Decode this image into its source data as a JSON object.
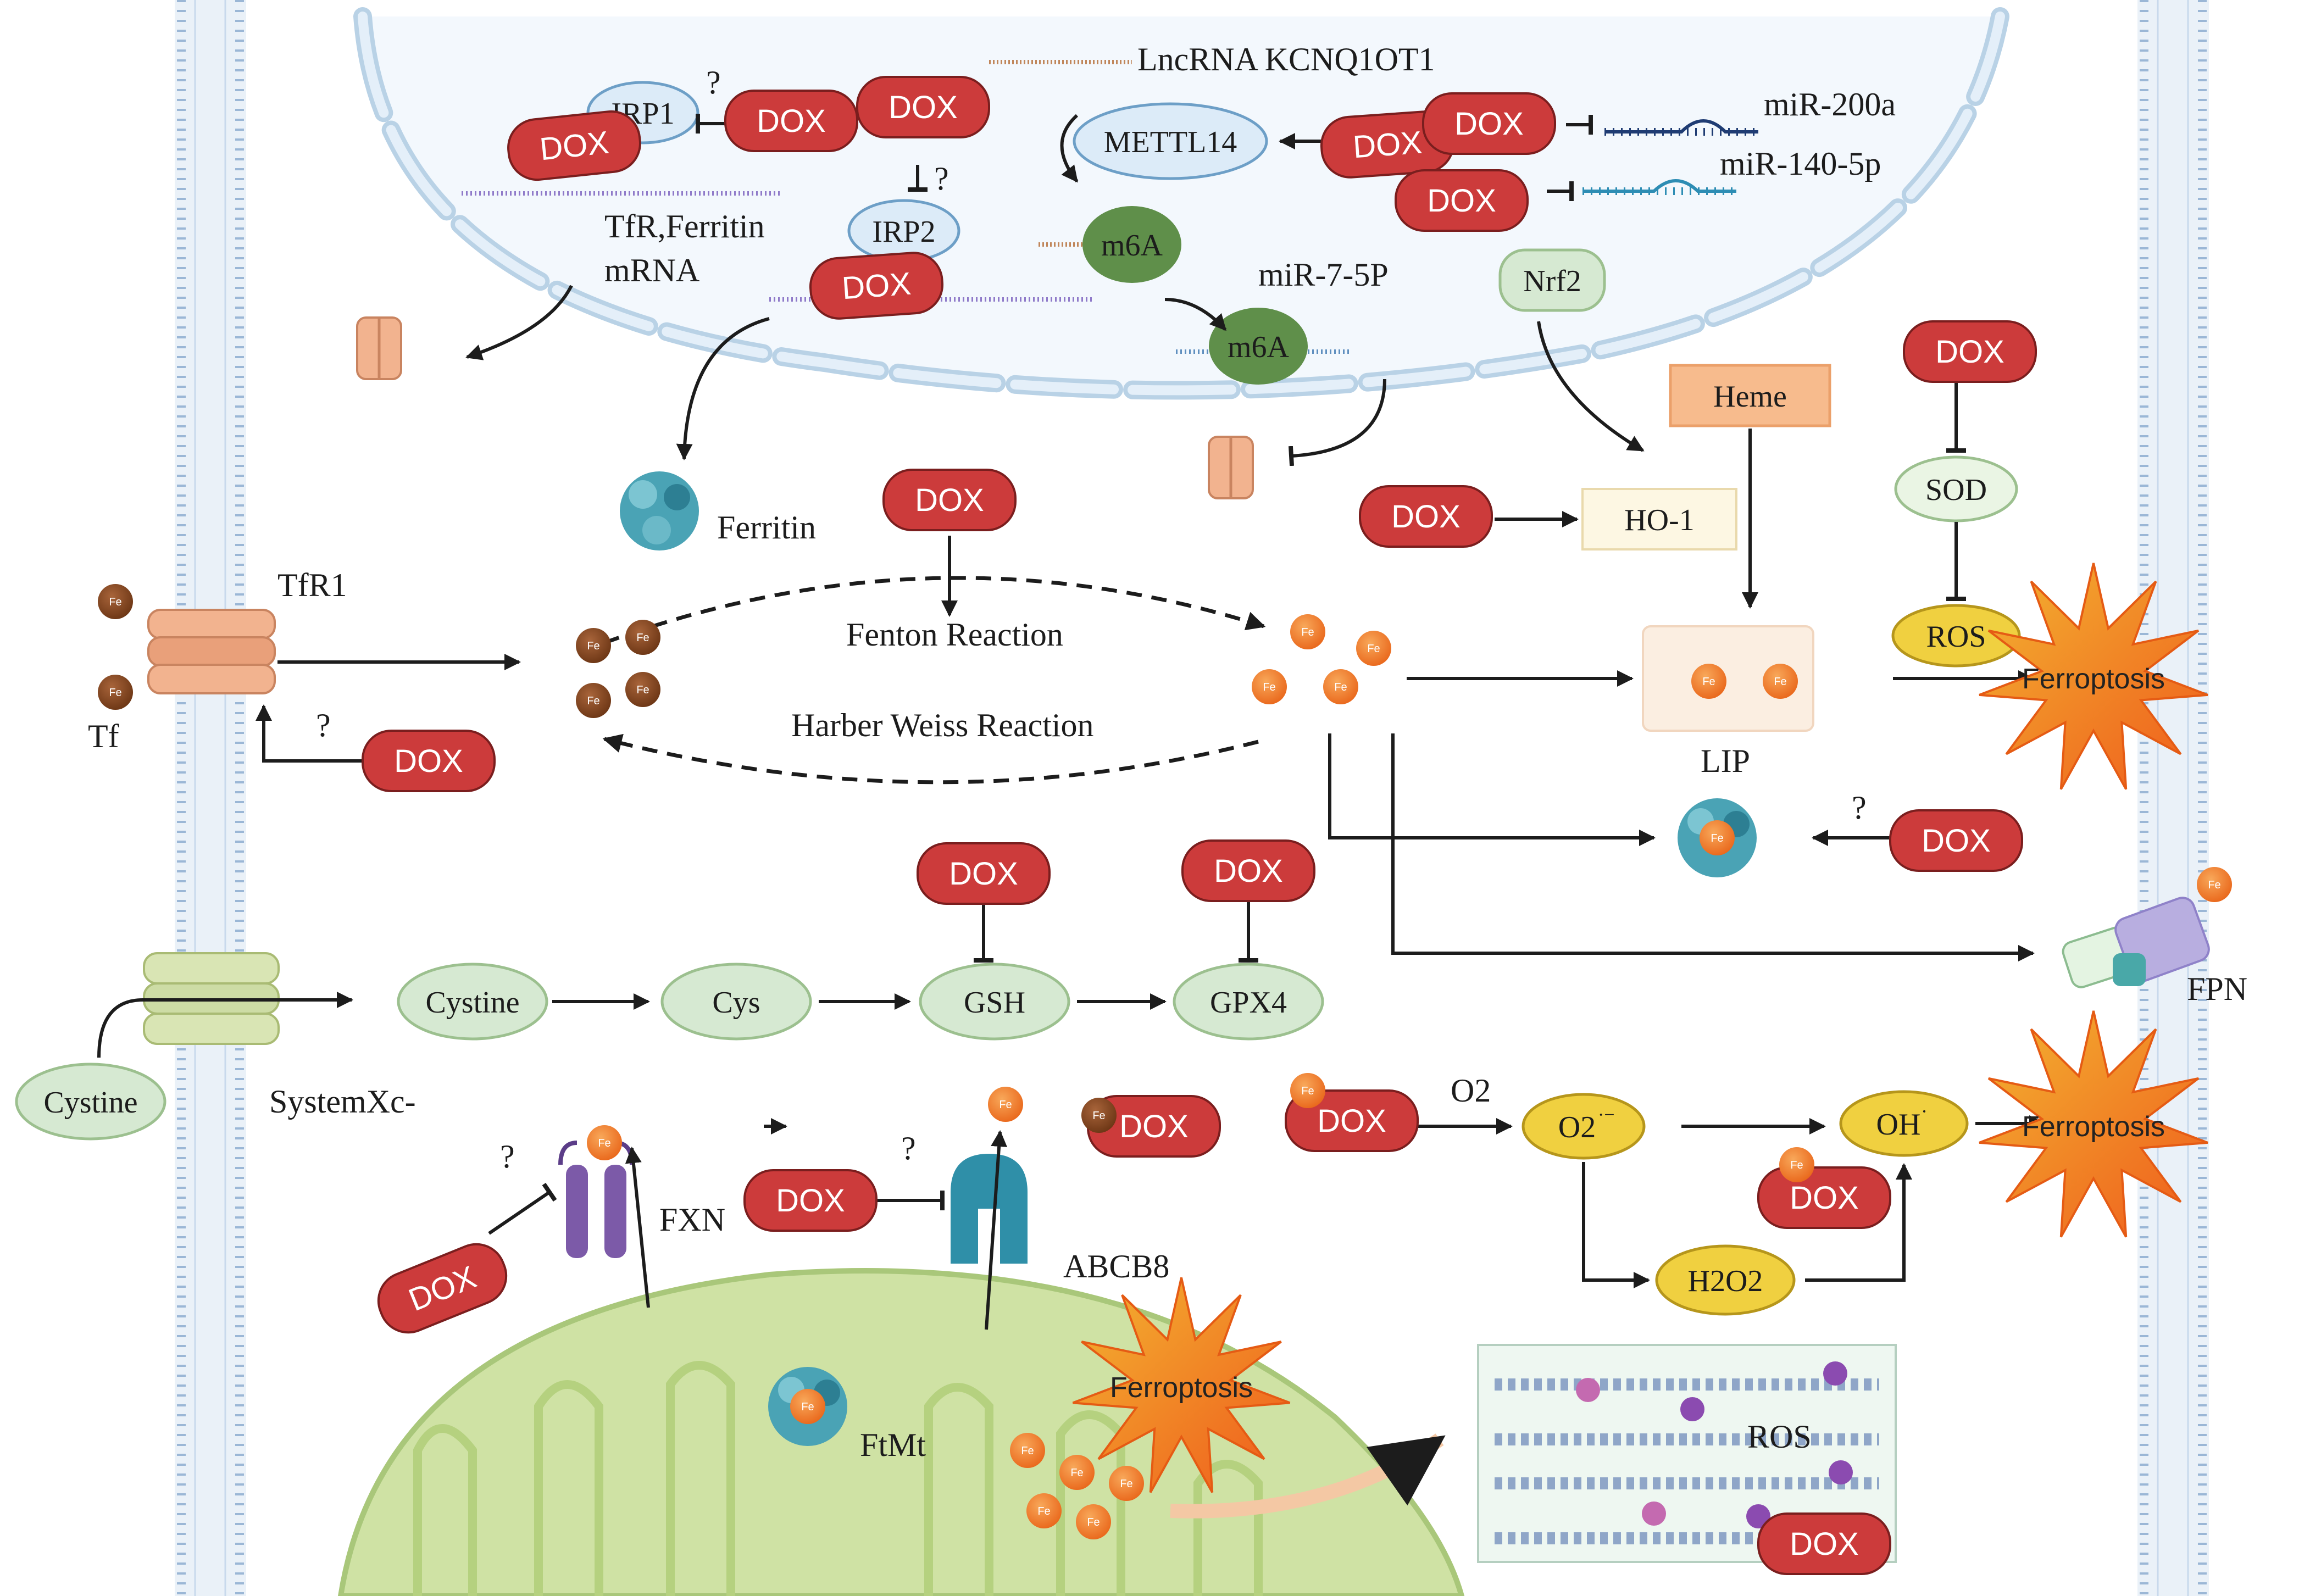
{
  "labels": {
    "lncrna": "LncRNA KCNQ1OT1",
    "mir200a": "miR-200a",
    "mir140": "miR-140-5p",
    "mir7": "miR-7-5P",
    "tfr_ferritin": "TfR,Ferritin",
    "mrna": "mRNA",
    "ferritin": "Ferritin",
    "tfr1": "TfR1",
    "tf": "Tf",
    "fenton": "Fenton Reaction",
    "harber": "Harber Weiss Reaction",
    "lip": "LIP",
    "fpn": "FPN",
    "systemxc": "SystemXc-",
    "fxn": "FXN",
    "abcb8": "ABCB8",
    "ftmt": "FtMt",
    "o2": "O2",
    "ros_membrane": "ROS",
    "question": "?",
    "q_tilde": "?"
  },
  "nodes": {
    "irp1": "IRP1",
    "irp2": "IRP2",
    "mettl14": "METTL14",
    "m6a": "m6A",
    "nrf2": "Nrf2",
    "heme": "Heme",
    "ho1": "HO-1",
    "sod": "SOD",
    "ros": "ROS",
    "cystine": "Cystine",
    "cys": "Cys",
    "gsh": "GSH",
    "gpx4": "GPX4",
    "oh": "OH",
    "superoxide": "O2",
    "h2o2": "H2O2"
  },
  "dox_label": "DOX",
  "ferroptosis_label": "Ferroptosis",
  "fe_label": "Fe",
  "colors": {
    "dox_red": "#cc3b3b",
    "membrane_blue": "#a9c4df",
    "nucleus_fill": "#f2f8fd",
    "mito_green": "#cfe2a4",
    "m6a_green": "#5f8f4a",
    "ellipse_green": "#d6e9d2",
    "ros_yellow": "#f0d040",
    "iron_orange": "#f07d22",
    "iron_brown": "#8a4a1e",
    "star_orange": "#f6791f",
    "irp_blue": "#dcebf8"
  }
}
